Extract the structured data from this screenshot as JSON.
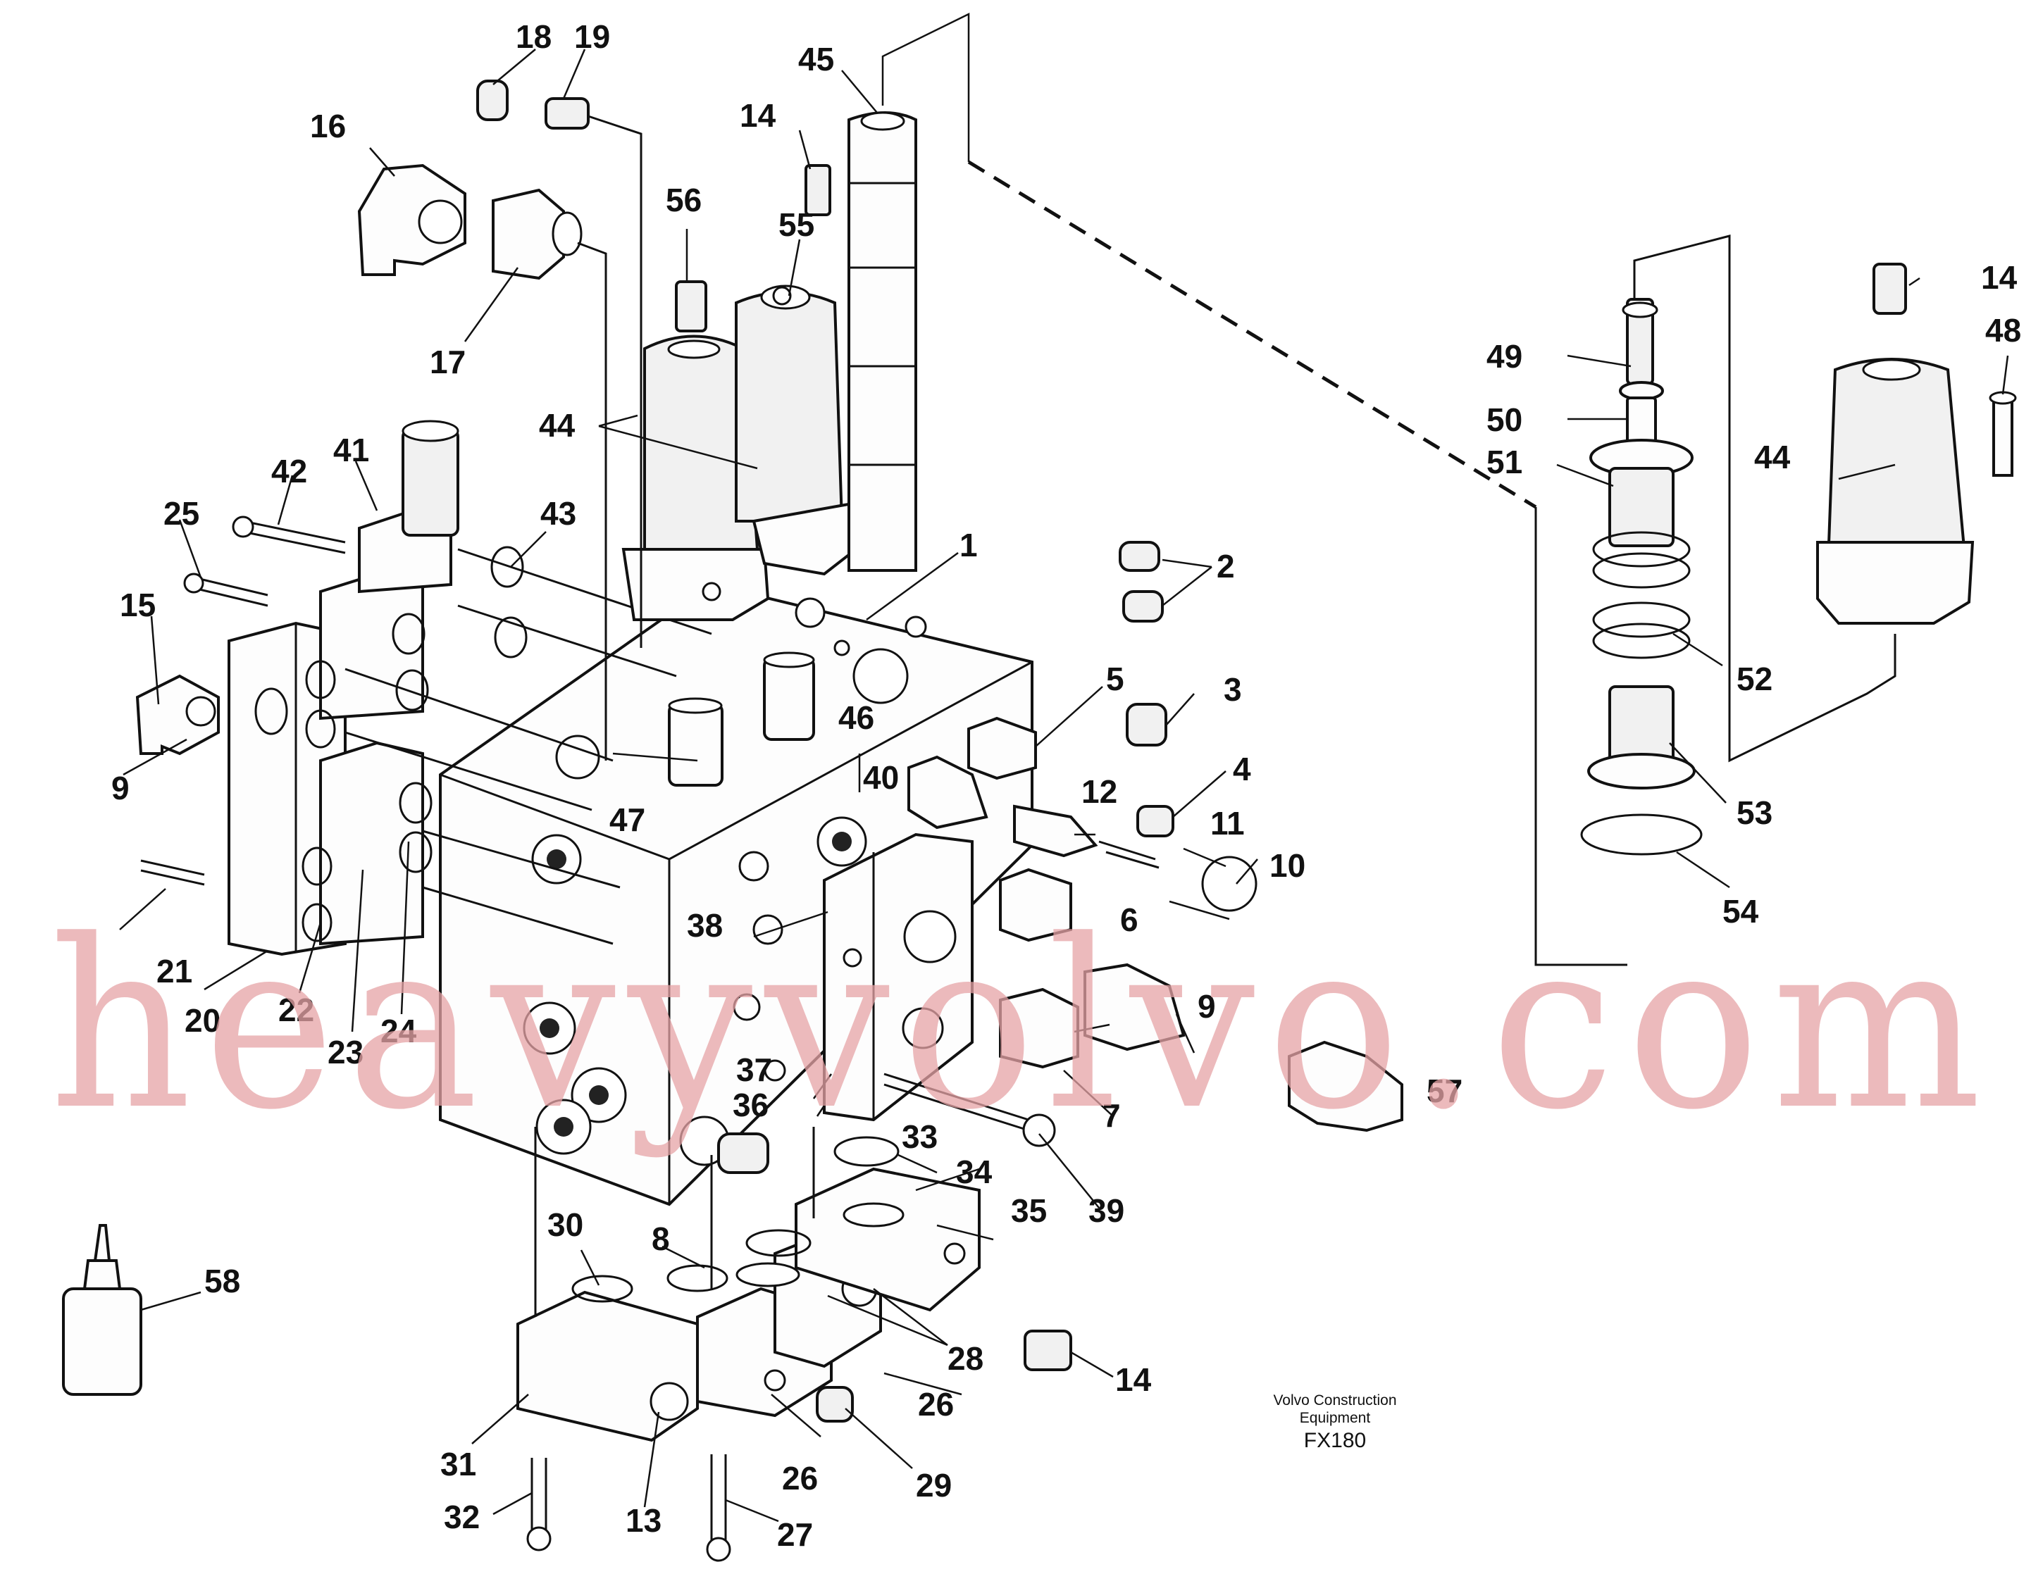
{
  "diagram": {
    "type": "exploded-parts-diagram",
    "labels": {
      "l1": "1",
      "l2": "2",
      "l3": "3",
      "l4": "4",
      "l5": "5",
      "l6": "6",
      "l7": "7",
      "l8": "8",
      "l9a": "9",
      "l9b": "9",
      "l10": "10",
      "l11": "11",
      "l12": "12",
      "l13": "13",
      "l14a": "14",
      "l14b": "14",
      "l14c": "14",
      "l15": "15",
      "l16": "16",
      "l17": "17",
      "l18": "18",
      "l19": "19",
      "l20": "20",
      "l21": "21",
      "l22": "22",
      "l23": "23",
      "l24": "24",
      "l25": "25",
      "l26a": "26",
      "l26b": "26",
      "l27": "27",
      "l28": "28",
      "l29": "29",
      "l30": "30",
      "l31": "31",
      "l32": "32",
      "l33": "33",
      "l34": "34",
      "l35": "35",
      "l36": "36",
      "l37": "37",
      "l38": "38",
      "l39": "39",
      "l40": "40",
      "l41": "41",
      "l42": "42",
      "l43": "43",
      "l44a": "44",
      "l44b": "44",
      "l45": "45",
      "l46": "46",
      "l47": "47",
      "l48": "48",
      "l49": "49",
      "l50": "50",
      "l51": "51",
      "l52": "52",
      "l53": "53",
      "l54": "54",
      "l55": "55",
      "l56": "56",
      "l57": "57",
      "l58": "58"
    },
    "caption": {
      "line1": "Volvo Construction",
      "line2": "Equipment",
      "code": "FX180"
    },
    "watermark": "heavyvolvo.com",
    "watermark_color": "#e6a3a6"
  }
}
